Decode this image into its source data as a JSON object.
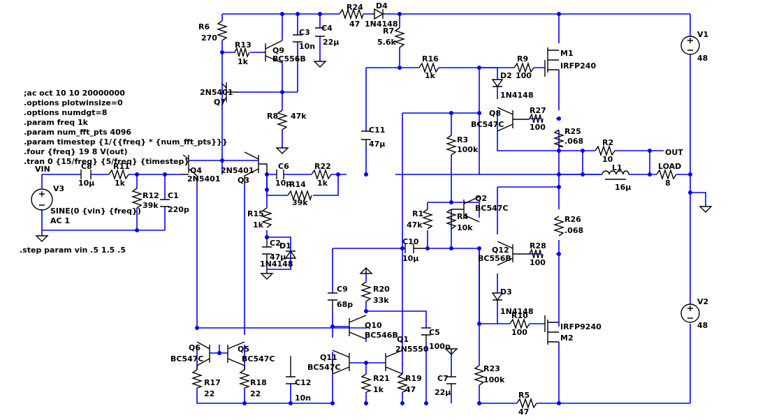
{
  "directives": [
    ";ac oct 10 10 20000000",
    ".options plotwinsize=0",
    ".options numdgt=8",
    ".param freq 1k",
    ".param num_fft_pts 4096",
    ".param timestep {1/{{freq} * {num_fft_pts}}}",
    ".four {freq} 19 8 V(out)",
    ".tran 0 {15/freq} {5/freq} {timestep}"
  ],
  "step_directive": ".step param vin .5 1.5 .5",
  "net_labels": {
    "vin": "VIN",
    "out": "OUT"
  },
  "sources": {
    "v3": {
      "name": "V3",
      "value1": "SINE(0 {vin} {freq})",
      "value2": "AC 1"
    },
    "v1": {
      "name": "V1",
      "value": "48"
    },
    "v2": {
      "name": "V2",
      "value": "48"
    }
  },
  "resistors": {
    "r1": {
      "name": "R1",
      "value": "47k"
    },
    "r2": {
      "name": "R2",
      "value": "10"
    },
    "r3": {
      "name": "R3",
      "value": "100k"
    },
    "r4": {
      "name": "R4",
      "value": "10k"
    },
    "r5": {
      "name": "R5",
      "value": "47"
    },
    "r6": {
      "name": "R6",
      "value": "270"
    },
    "r7": {
      "name": "R7",
      "value": "5.6k"
    },
    "r8": {
      "name": "R8",
      "value": "47k"
    },
    "r9": {
      "name": "R9",
      "value": "100"
    },
    "r10": {
      "name": "R10",
      "value": "100"
    },
    "r11": {
      "name": "R11",
      "value": "1k"
    },
    "r12": {
      "name": "R12",
      "value": "39k"
    },
    "r13": {
      "name": "R13",
      "value": "1k"
    },
    "r14": {
      "name": "R14",
      "value": "39k"
    },
    "r15": {
      "name": "R15",
      "value": "1k"
    },
    "r16": {
      "name": "R16",
      "value": "1k"
    },
    "r17": {
      "name": "R17",
      "value": "22"
    },
    "r18": {
      "name": "R18",
      "value": "22"
    },
    "r19": {
      "name": "R19",
      "value": "47"
    },
    "r20": {
      "name": "R20",
      "value": "33k"
    },
    "r21": {
      "name": "R21",
      "value": "1k"
    },
    "r22": {
      "name": "R22",
      "value": "1k"
    },
    "r23": {
      "name": "R23",
      "value": "100k"
    },
    "r24": {
      "name": "R24",
      "value": "47"
    },
    "r25": {
      "name": "R25",
      "value": ".068"
    },
    "r26": {
      "name": "R26",
      "value": ".068"
    },
    "r27": {
      "name": "R27",
      "value": "100"
    },
    "r28": {
      "name": "R28",
      "value": "100"
    },
    "load": {
      "name": "LOAD",
      "value": "8"
    }
  },
  "capacitors": {
    "c1": {
      "name": "C1",
      "value": "220p"
    },
    "c2": {
      "name": "C2",
      "value": "47µ"
    },
    "c3": {
      "name": "C3",
      "value": "10n"
    },
    "c4": {
      "name": "C4",
      "value": "22µ"
    },
    "c5": {
      "name": "C5",
      "value": "100p"
    },
    "c6": {
      "name": "C6",
      "value": "10p"
    },
    "c7": {
      "name": "C7",
      "value": "22µ"
    },
    "c8": {
      "name": "C8",
      "value": "10µ"
    },
    "c9": {
      "name": "C9",
      "value": "68p"
    },
    "c10": {
      "name": "C10",
      "value": "10µ"
    },
    "c11": {
      "name": "C11",
      "value": "47µ"
    },
    "c12": {
      "name": "C12",
      "value": "10n"
    }
  },
  "inductors": {
    "l1": {
      "name": "L1",
      "value": "16µ"
    }
  },
  "diodes": {
    "d1": {
      "name": "D1",
      "value": "1N4148"
    },
    "d2": {
      "name": "D2",
      "value": "1N4148"
    },
    "d3": {
      "name": "D3",
      "value": "1N4148"
    },
    "d4": {
      "name": "D4",
      "value": "1N4148"
    }
  },
  "transistors": {
    "q1": {
      "name": "Q1",
      "value": "2N5550"
    },
    "q2": {
      "name": "Q2",
      "value": "BC547C"
    },
    "q3": {
      "name": "Q3",
      "value": "2N5401"
    },
    "q4": {
      "name": "Q4",
      "value": "2N5401"
    },
    "q5": {
      "name": "Q5",
      "value": "BC547C"
    },
    "q6": {
      "name": "Q6",
      "value": "BC547C"
    },
    "q7": {
      "name": "Q7",
      "value": "2N5401"
    },
    "q8": {
      "name": "Q8",
      "value": "BC547C"
    },
    "q9": {
      "name": "Q9",
      "value": "BC556B"
    },
    "q10": {
      "name": "Q10",
      "value": "BC546B"
    },
    "q11": {
      "name": "Q11",
      "value": "BC547C"
    },
    "q12": {
      "name": "Q12",
      "value": "BC556B"
    },
    "m1": {
      "name": "M1",
      "value": "IRFP240"
    },
    "m2": {
      "name": "M2",
      "value": "IRFP9240"
    }
  },
  "colors": {
    "wire": "#0000ff",
    "component": "#000000",
    "background": "#ffffff"
  }
}
